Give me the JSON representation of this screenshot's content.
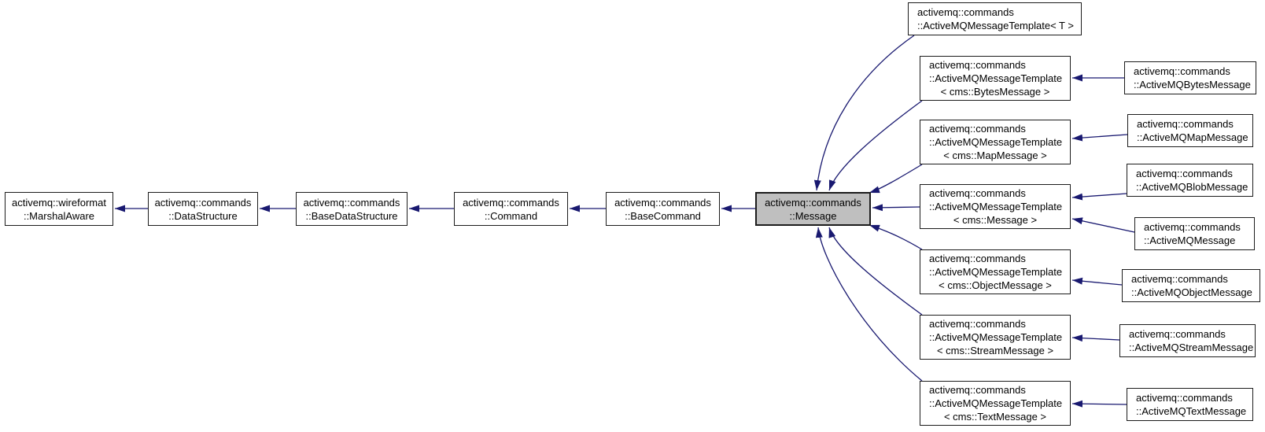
{
  "colors": {
    "background": "#ffffff",
    "arrow": "#191970",
    "node_fill": "#ffffff",
    "node_border": "#1c1c1c",
    "focus_fill": "#bfbfbf",
    "text": "#000000"
  },
  "chain": [
    {
      "lines": [
        "activemq::wireformat",
        "::MarshalAware"
      ]
    },
    {
      "lines": [
        "activemq::commands",
        "::DataStructure"
      ]
    },
    {
      "lines": [
        "activemq::commands",
        "::BaseDataStructure"
      ]
    },
    {
      "lines": [
        "activemq::commands",
        "::Command"
      ]
    },
    {
      "lines": [
        "activemq::commands",
        "::BaseCommand"
      ]
    },
    {
      "lines": [
        "activemq::commands",
        "::Message"
      ],
      "highlighted": true
    }
  ],
  "templates": [
    {
      "lines": [
        "activemq::commands",
        "::ActiveMQMessageTemplate< T >"
      ]
    },
    {
      "lines": [
        "activemq::commands",
        "::ActiveMQMessageTemplate",
        "< cms::BytesMessage >"
      ]
    },
    {
      "lines": [
        "activemq::commands",
        "::ActiveMQMessageTemplate",
        "< cms::MapMessage >"
      ]
    },
    {
      "lines": [
        "activemq::commands",
        "::ActiveMQMessageTemplate",
        "< cms::Message >"
      ]
    },
    {
      "lines": [
        "activemq::commands",
        "::ActiveMQMessageTemplate",
        "< cms::ObjectMessage >"
      ]
    },
    {
      "lines": [
        "activemq::commands",
        "::ActiveMQMessageTemplate",
        "< cms::StreamMessage >"
      ]
    },
    {
      "lines": [
        "activemq::commands",
        "::ActiveMQMessageTemplate",
        "< cms::TextMessage >"
      ]
    }
  ],
  "concrete": [
    {
      "lines": [
        "activemq::commands",
        "::ActiveMQBytesMessage"
      ]
    },
    {
      "lines": [
        "activemq::commands",
        "::ActiveMQMapMessage"
      ]
    },
    {
      "lines": [
        "activemq::commands",
        "::ActiveMQBlobMessage"
      ]
    },
    {
      "lines": [
        "activemq::commands",
        "::ActiveMQMessage"
      ]
    },
    {
      "lines": [
        "activemq::commands",
        "::ActiveMQObjectMessage"
      ]
    },
    {
      "lines": [
        "activemq::commands",
        "::ActiveMQStreamMessage"
      ]
    },
    {
      "lines": [
        "activemq::commands",
        "::ActiveMQTextMessage"
      ]
    }
  ]
}
